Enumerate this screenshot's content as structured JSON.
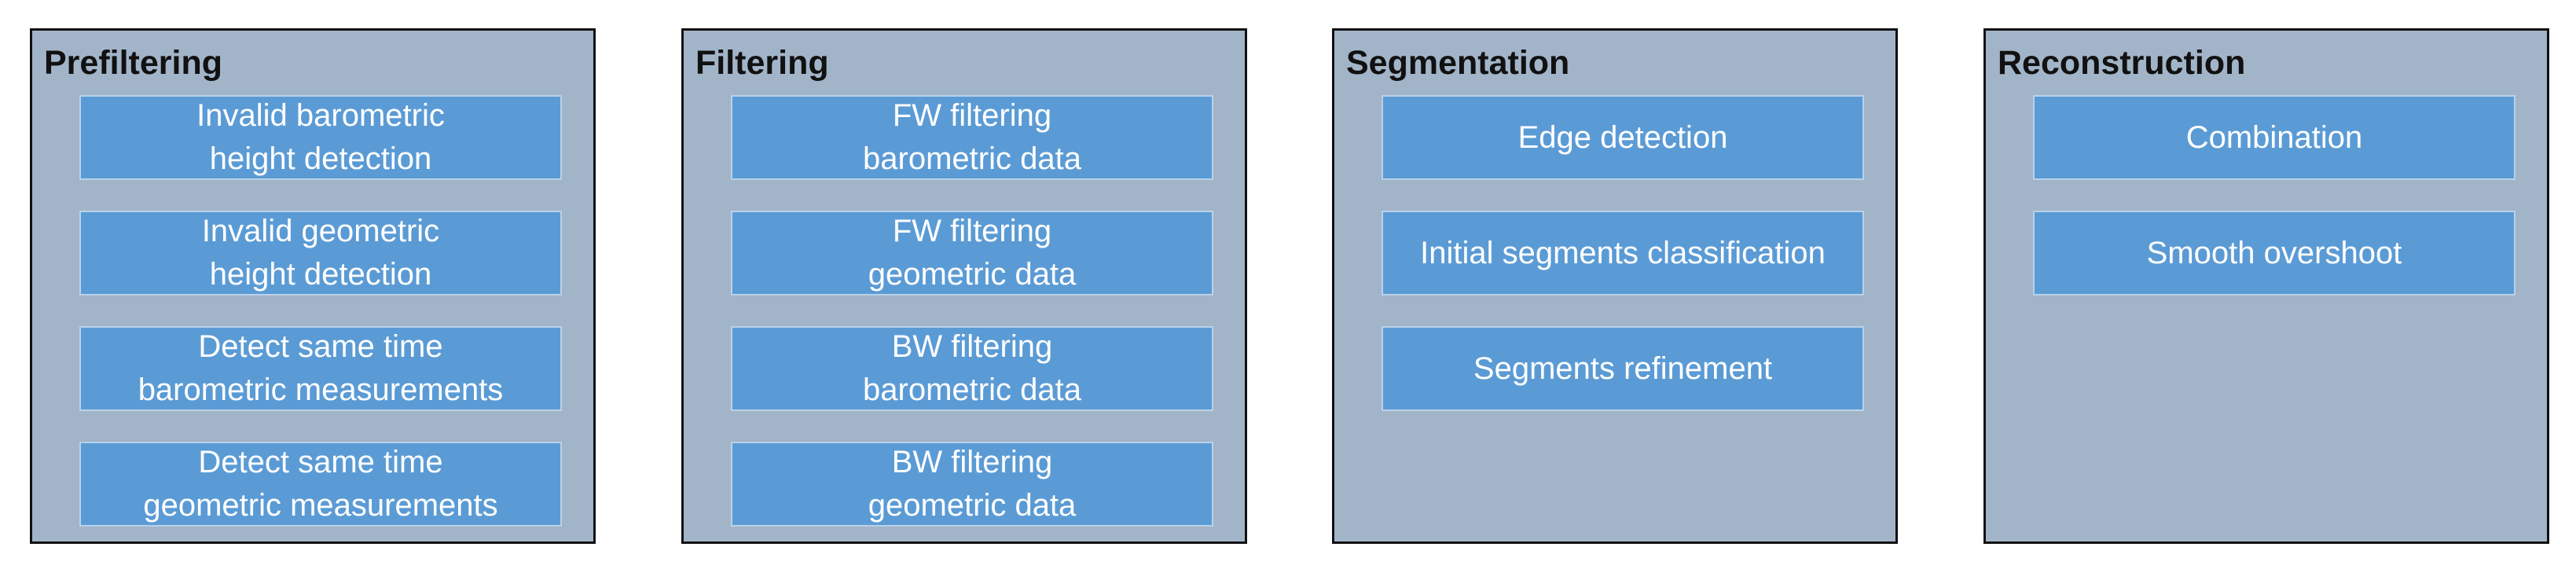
{
  "colors": {
    "panel_background": "#a2b4c8",
    "panel_border": "#111111",
    "step_background": "#5b9bd5",
    "step_border": "#b9d2ea",
    "step_text": "#ffffff"
  },
  "panels": [
    {
      "title": "Prefiltering",
      "steps": [
        "Invalid barometric\nheight detection",
        "Invalid geometric\nheight detection",
        "Detect same time\nbarometric measurements",
        "Detect same time\ngeometric measurements"
      ]
    },
    {
      "title": "Filtering",
      "steps": [
        "FW filtering\nbarometric data",
        "FW filtering\ngeometric data",
        "BW filtering\nbarometric data",
        "BW filtering\ngeometric data"
      ]
    },
    {
      "title": "Segmentation",
      "steps": [
        "Edge detection",
        "Initial segments classification",
        "Segments refinement"
      ]
    },
    {
      "title": "Reconstruction",
      "steps": [
        "Combination",
        "Smooth overshoot"
      ]
    }
  ]
}
